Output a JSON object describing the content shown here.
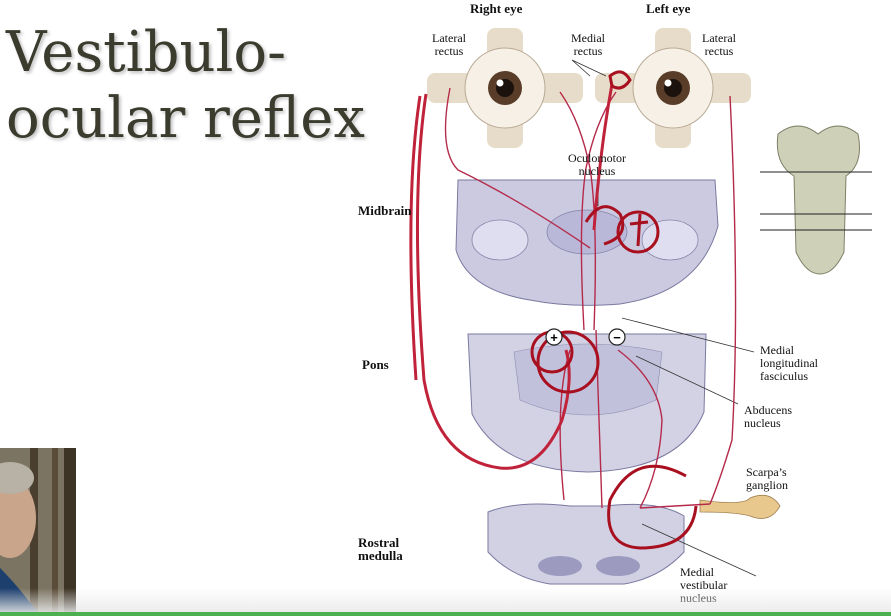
{
  "slide": {
    "title_line1": "Vestibulo-",
    "title_line2": "ocular reflex"
  },
  "labels": {
    "right_eye": "Right eye",
    "left_eye": "Left eye",
    "lateral_rectus_left": [
      "Lateral",
      "rectus"
    ],
    "medial_rectus": [
      "Medial",
      "rectus"
    ],
    "lateral_rectus_right": [
      "Lateral",
      "rectus"
    ],
    "oculomotor_nucleus": [
      "Oculomotor",
      "nucleus"
    ],
    "midbrain": "Midbrain",
    "pons": "Pons",
    "medial_longitudinal_fasciculus": [
      "Medial",
      "longitudinal",
      "fasciculus"
    ],
    "abducens_nucleus": [
      "Abducens",
      "nucleus"
    ],
    "scarpas_ganglion": [
      "Scarpa’s",
      "ganglion"
    ],
    "rostral_medulla": [
      "Rostral",
      "medulla"
    ],
    "medial_vestibular_nucleus": [
      "Medial",
      "vestibular",
      "nucleus"
    ],
    "plus_sign": "+",
    "minus_sign": "−"
  },
  "colors": {
    "title": "#3b3b2e",
    "pathway": "#c0223a",
    "annotation": "#a8101f",
    "tissue": "#c9c8e0"
  }
}
